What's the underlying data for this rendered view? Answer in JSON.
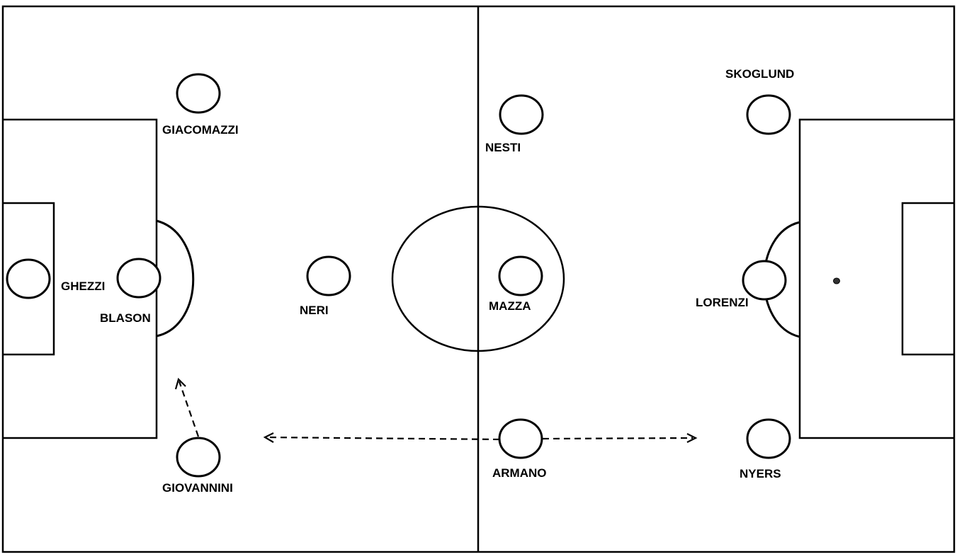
{
  "players": [
    {
      "id": "ghezzi",
      "name": "GHEZZI"
    },
    {
      "id": "blason",
      "name": "BLASON"
    },
    {
      "id": "giacomazzi",
      "name": "GIACOMAZZI"
    },
    {
      "id": "giovannini",
      "name": "GIOVANNINI"
    },
    {
      "id": "neri",
      "name": "NERI"
    },
    {
      "id": "nesti",
      "name": "NESTI"
    },
    {
      "id": "mazza",
      "name": "MAZZA"
    },
    {
      "id": "armano",
      "name": "ARMANO"
    },
    {
      "id": "skoglund",
      "name": "SKOGLUND"
    },
    {
      "id": "lorenzi",
      "name": "LORENZI"
    },
    {
      "id": "nyers",
      "name": "NYERS"
    }
  ]
}
